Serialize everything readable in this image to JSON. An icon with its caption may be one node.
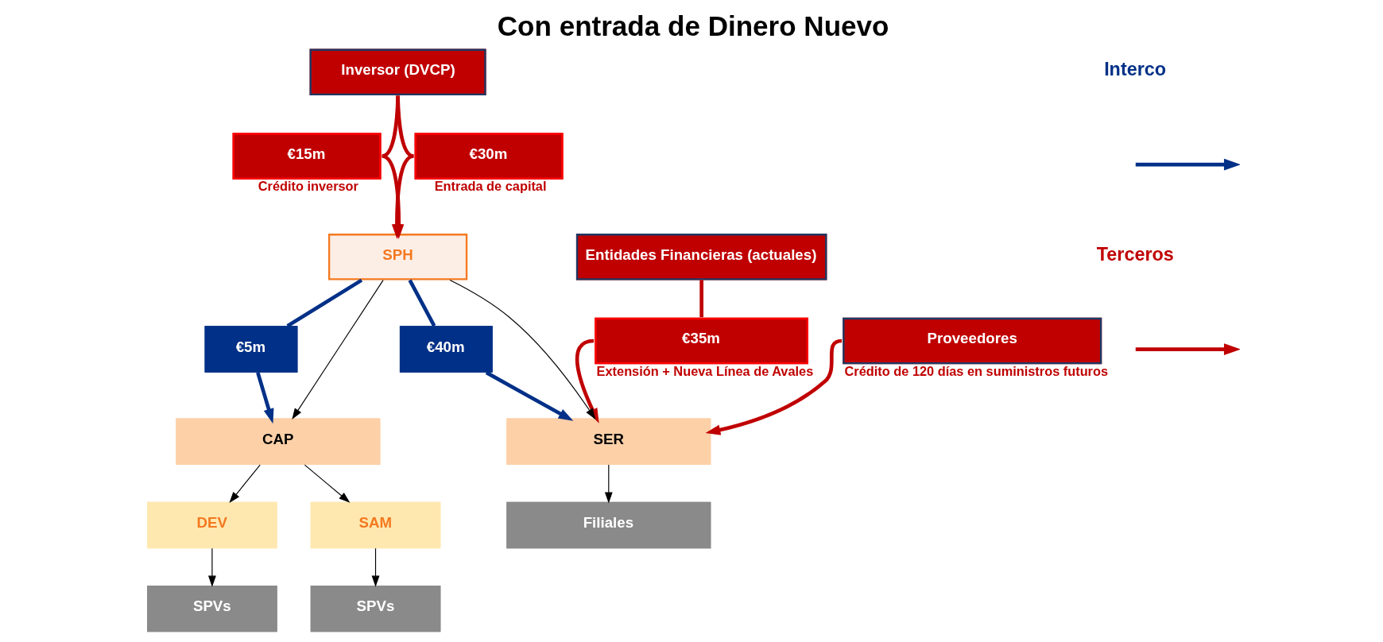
{
  "diagram": {
    "title": "Con entrada de Dinero Nuevo",
    "nodes": [
      {
        "text": [
          "Inversor (DVCP)"
        ]
      },
      {
        "text": [
          "€15m"
        ],
        "beside": [
          "Crédito inversor"
        ]
      },
      {
        "text": [
          "€30m"
        ],
        "beside": [
          "Entrada de capital"
        ]
      },
      {
        "text": [
          "Entidades Financieras (actuales)"
        ]
      },
      {
        "text": [
          "€35m"
        ],
        "beside": [
          "Extensión + Nueva Línea de Avales"
        ]
      },
      {
        "text": [
          "SPH"
        ]
      },
      {
        "text": [
          "€40m"
        ]
      },
      {
        "text": [
          "€5m"
        ]
      },
      {
        "text": [
          "SER"
        ]
      },
      {
        "text": [
          "CAP"
        ]
      },
      {
        "text": [
          "Proveedores"
        ],
        "beside": [
          "Crédito de 120 días en suministros futuros"
        ]
      },
      {
        "text": [
          "Filiales"
        ]
      },
      {
        "text": [
          "DEV"
        ]
      },
      {
        "text": [
          "SAM"
        ]
      },
      {
        "text": [
          "SPVs"
        ]
      },
      {
        "text": [
          "SPVs"
        ]
      }
    ],
    "edges": [
      {
        "from": 0,
        "to": 1,
        "arrow": "none",
        "color": "#c00000"
      },
      {
        "from": 1,
        "to": 5,
        "arrow": "to",
        "color": "#c00000"
      },
      {
        "from": 0,
        "to": 2,
        "arrow": "none",
        "color": "#c00000"
      },
      {
        "from": 2,
        "to": 5,
        "arrow": "to",
        "color": "#c00000"
      },
      {
        "from": 3,
        "to": 4,
        "arrow": "none",
        "color": "#c00000"
      },
      {
        "from": 4,
        "to": 8,
        "arrow": "to",
        "color": "#c00000"
      },
      {
        "from": 5,
        "to": 6,
        "arrow": "none",
        "color": "#003087"
      },
      {
        "from": 6,
        "to": 8,
        "arrow": "to",
        "color": "#003087"
      },
      {
        "from": 5,
        "to": 7,
        "arrow": "none",
        "color": "#003087"
      },
      {
        "from": 7,
        "to": 9,
        "arrow": "to",
        "color": "#003087"
      },
      {
        "from": 5,
        "to": 8,
        "arrow": "to",
        "color": "#000000"
      },
      {
        "from": 5,
        "to": 9,
        "arrow": "to",
        "color": "#000000"
      },
      {
        "from": 10,
        "to": 8,
        "arrow": "to",
        "color": "#c00000"
      },
      {
        "from": 8,
        "to": 11,
        "arrow": "to",
        "color": "#000000"
      },
      {
        "from": 9,
        "to": 12,
        "arrow": "to",
        "color": "#000000"
      },
      {
        "from": 9,
        "to": 13,
        "arrow": "to",
        "color": "#000000"
      },
      {
        "from": 12,
        "to": 14,
        "arrow": "to",
        "color": "#000000"
      },
      {
        "from": 13,
        "to": 15,
        "arrow": "to",
        "color": "#000000"
      }
    ],
    "legend": [
      {
        "text": "Interco",
        "color": "#003087"
      },
      {
        "text": "Terceros",
        "color": "#c00000"
      }
    ]
  }
}
